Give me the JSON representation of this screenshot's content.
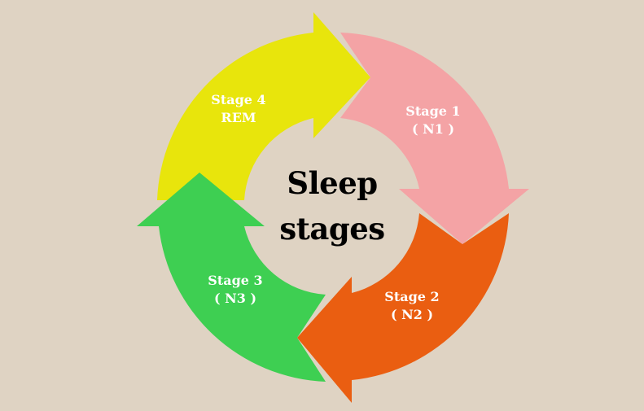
{
  "diagram": {
    "title_line1": "Sleep",
    "title_line2": "stages",
    "background": "#dfd3c3",
    "stages": [
      {
        "line1": "Stage 1",
        "line2": "( N1 )",
        "color": "#f4a3a5",
        "direction": "clockwise, top-right to right"
      },
      {
        "line1": "Stage 2",
        "line2": "( N2 )",
        "color": "#ea5e11",
        "direction": "clockwise, right to bottom"
      },
      {
        "line1": "Stage 3",
        "line2": "( N3 )",
        "color": "#3ecf52",
        "direction": "clockwise, bottom to left"
      },
      {
        "line1": "Stage 4",
        "line2": "REM",
        "color": "#e8e50c",
        "direction": "clockwise, left to top"
      }
    ],
    "cycle": "Stage 1 -> Stage 2 -> Stage 3 -> Stage 4 (REM) -> Stage 1"
  }
}
